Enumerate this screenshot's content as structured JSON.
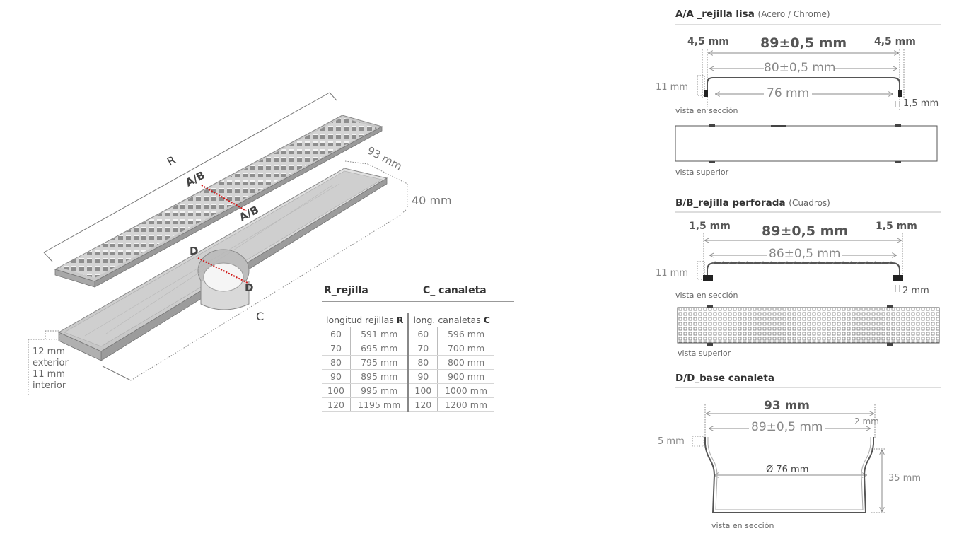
{
  "iso": {
    "r": "R",
    "ab_top": "A/B",
    "ab_bottom": "A/B",
    "d_top": "D",
    "d_bottom": "D",
    "c": "C",
    "width_93": "93 mm",
    "height_40": "40 mm",
    "ext_12": "12 mm",
    "ext_label": "exterior",
    "int_11": "11 mm",
    "int_label": "interior"
  },
  "table": {
    "r_title": "R_rejilla",
    "c_title": "C_ canaleta",
    "col_r_header": "longitud rejillas",
    "col_r_bold": "R",
    "col_c_header": "long. canaletas",
    "col_c_bold": "C",
    "rows": [
      [
        "60",
        "591 mm",
        "60",
        "596 mm"
      ],
      [
        "70",
        "695 mm",
        "70",
        "700 mm"
      ],
      [
        "80",
        "795 mm",
        "80",
        "800 mm"
      ],
      [
        "90",
        "895 mm",
        "90",
        "900 mm"
      ],
      [
        "100",
        "995 mm",
        "100",
        "1000 mm"
      ],
      [
        "120",
        "1195 mm",
        "120",
        "1200 mm"
      ]
    ]
  },
  "aa": {
    "title": "A/A _rejilla lisa",
    "paren": "(Acero / Chrome)",
    "left": "4,5 mm",
    "total": "89±0,5 mm",
    "right": "4,5 mm",
    "inner": "80±0,5 mm",
    "span": "76 mm",
    "height": "11 mm",
    "thick": "1,5 mm",
    "section": "vista en sección",
    "top": "vista superior"
  },
  "bb": {
    "title": "B/B_rejilla perforada",
    "paren": "(Cuadros)",
    "left": "1,5 mm",
    "total": "89±0,5 mm",
    "right": "1,5 mm",
    "inner": "86±0,5 mm",
    "height": "11  mm",
    "thick": "2 mm",
    "section": "vista en sección",
    "top": "vista superior"
  },
  "dd": {
    "title": "D/D_base canaleta",
    "total": "93 mm",
    "inner": "89±0,5 mm",
    "thick": "2 mm",
    "lip": "5 mm",
    "diam": "Ø 76 mm",
    "height": "35 mm",
    "section": "vista en sección"
  },
  "colors": {
    "line": "#888888",
    "text": "#555555",
    "red": "#d01818",
    "dark": "#222222"
  }
}
